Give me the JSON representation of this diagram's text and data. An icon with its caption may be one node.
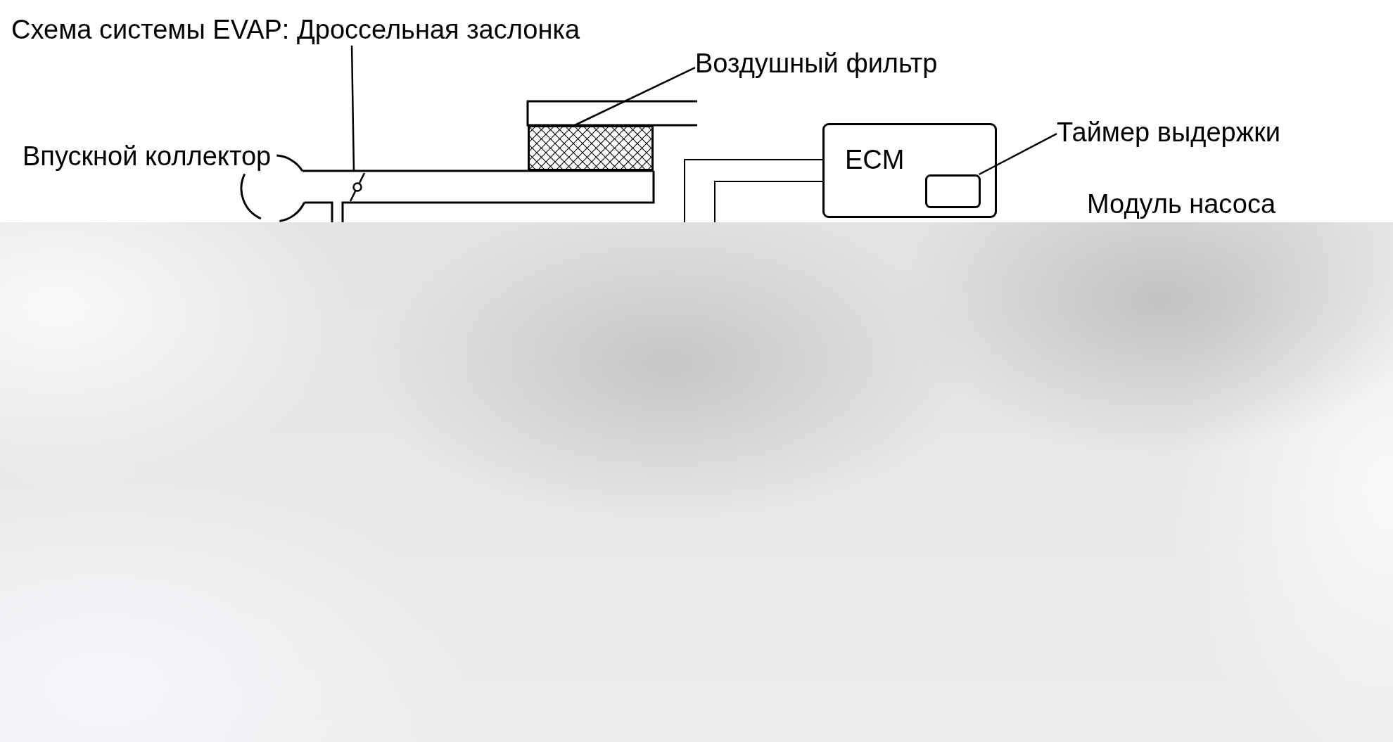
{
  "diagram": {
    "title": "Схема системы EVAP:",
    "nodes": [
      {
        "text": [
          "Дроссельная заслонка"
        ]
      },
      {
        "text": [],
        "shape": "circle"
      },
      {
        "text": [
          "Воздушный фильтр"
        ]
      },
      {
        "text": [],
        "shape": "box"
      },
      {
        "text": [
          "ECM"
        ]
      },
      {
        "text": [],
        "shape": "box",
        "in": 4
      },
      {
        "text": [
          "Таймер выдержки"
        ]
      }
    ],
    "edges": [
      {
        "from": 0,
        "to": 1,
        "arrow": "none"
      },
      {
        "from": 2,
        "to": 3,
        "arrow": "none"
      },
      {
        "from": 6,
        "to": 5,
        "arrow": "none"
      },
      {
        "from": 4,
        "to": null,
        "arrow": "none"
      },
      {
        "from": 4,
        "to": null,
        "arrow": "none"
      }
    ],
    "labels": [
      "Впускной коллектор",
      "Модуль насоса"
    ]
  }
}
